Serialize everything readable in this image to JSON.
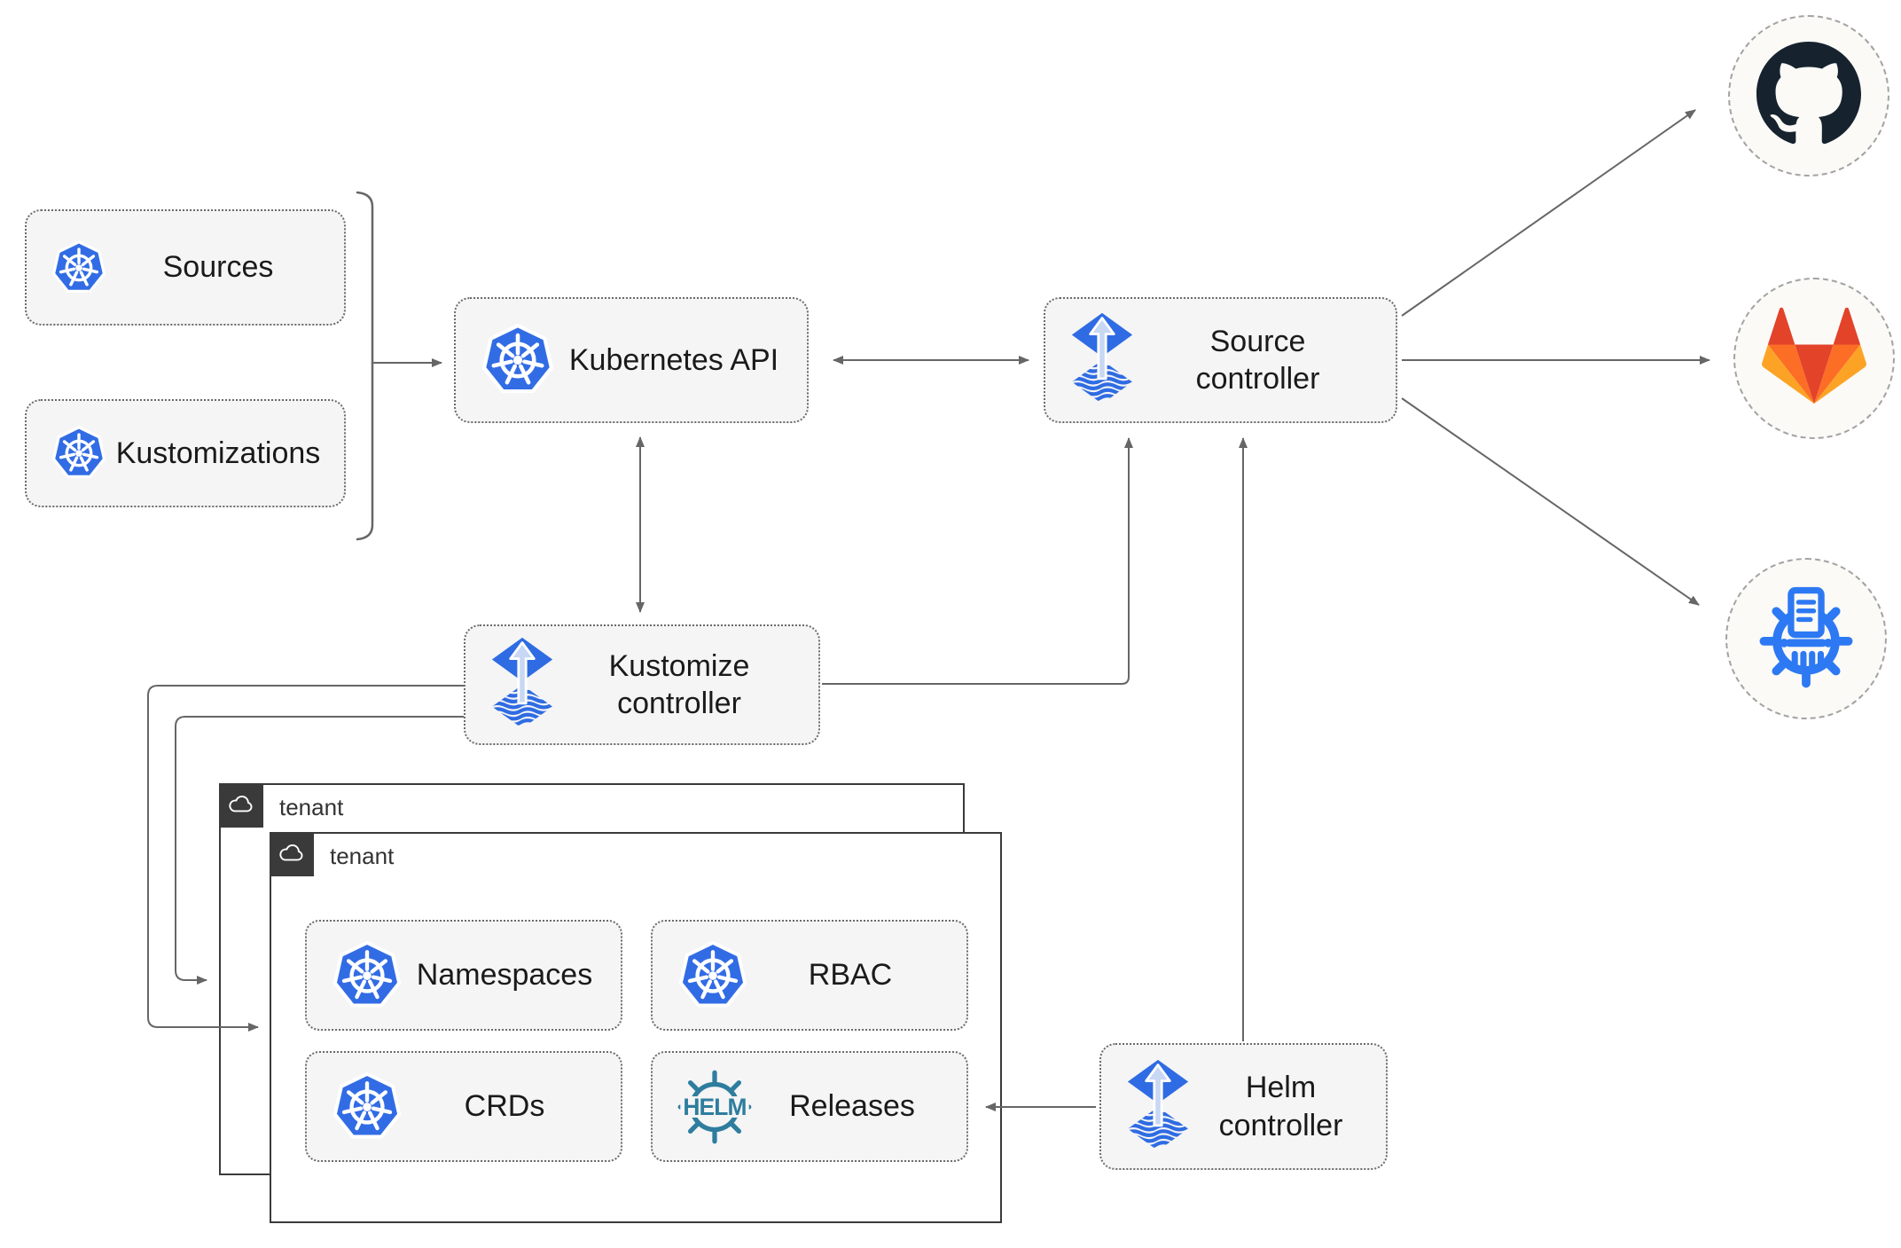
{
  "colors": {
    "k8s_blue": "#326CE5",
    "flux_blue": "#2F6CE3",
    "flux_arrow_light": "#C7D7F4",
    "helm_teal": "#2E7D9E",
    "github_dark": "#16232E",
    "gitlab_red": "#E24329",
    "gitlab_orange": "#FC6D26",
    "gitlab_yellow": "#FCA326",
    "line_gray": "#666666",
    "node_fill": "#F5F5F5",
    "node_border": "#6B6B6B",
    "tenant_dark": "#3A3A3A",
    "circle_fill": "#FBFAF7",
    "circle_border": "#A3A3A3",
    "bucket_blue": "#2D79F3",
    "text_dark": "#1A1A1A"
  },
  "nodes": {
    "sources": {
      "label": "Sources",
      "icon": "kubernetes-wheel-icon"
    },
    "kustomizations": {
      "label": "Kustomizations",
      "icon": "kubernetes-wheel-icon"
    },
    "kubernetes_api": {
      "label": "Kubernetes API",
      "icon": "kubernetes-wheel-icon"
    },
    "source_controller": {
      "label": "Source controller",
      "icon": "flux-icon"
    },
    "kustomize_controller": {
      "label": "Kustomize controller",
      "icon": "flux-icon"
    },
    "helm_controller": {
      "label": "Helm controller",
      "icon": "flux-icon"
    }
  },
  "tenants": {
    "back": {
      "label": "tenant",
      "icon": "cloud-icon"
    },
    "front": {
      "label": "tenant",
      "icon": "cloud-icon"
    }
  },
  "resources": {
    "namespaces": {
      "label": "Namespaces",
      "icon": "kubernetes-wheel-icon"
    },
    "rbac": {
      "label": "RBAC",
      "icon": "kubernetes-wheel-icon"
    },
    "crds": {
      "label": "CRDs",
      "icon": "kubernetes-wheel-icon"
    },
    "releases": {
      "label": "Releases",
      "icon": "helm-wheel-icon"
    }
  },
  "endpoints": {
    "github": {
      "icon": "github-icon"
    },
    "gitlab": {
      "icon": "gitlab-icon"
    },
    "bucket": {
      "icon": "bucket-storage-icon"
    }
  },
  "helm_logo": {
    "text": "HELM"
  }
}
